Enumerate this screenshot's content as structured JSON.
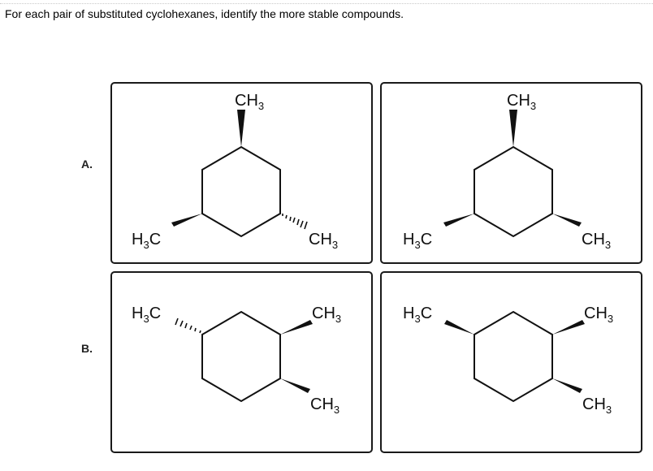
{
  "question": "For each pair of substituted cyclohexanes, identify the more stable compounds.",
  "rows": [
    {
      "label": "A.",
      "options": [
        {
          "top_group": {
            "main": "CH",
            "sub": "3"
          },
          "left_group": {
            "pre": "H",
            "sub": "3",
            "post": "C"
          },
          "right_group": {
            "main": "CH",
            "sub": "3"
          }
        },
        {
          "top_group": {
            "main": "CH",
            "sub": "3"
          },
          "left_group": {
            "pre": "H",
            "sub": "3",
            "post": "C"
          },
          "right_group": {
            "main": "CH",
            "sub": "3"
          }
        }
      ]
    },
    {
      "label": "B.",
      "options": [
        {
          "left_group": {
            "pre": "H",
            "sub": "3",
            "post": "C"
          },
          "upper_right_group": {
            "main": "CH",
            "sub": "3"
          },
          "lower_right_group": {
            "main": "CH",
            "sub": "3"
          }
        },
        {
          "left_group": {
            "pre": "H",
            "sub": "3",
            "post": "C"
          },
          "upper_right_group": {
            "main": "CH",
            "sub": "3"
          },
          "lower_right_group": {
            "main": "CH",
            "sub": "3"
          }
        }
      ]
    }
  ]
}
